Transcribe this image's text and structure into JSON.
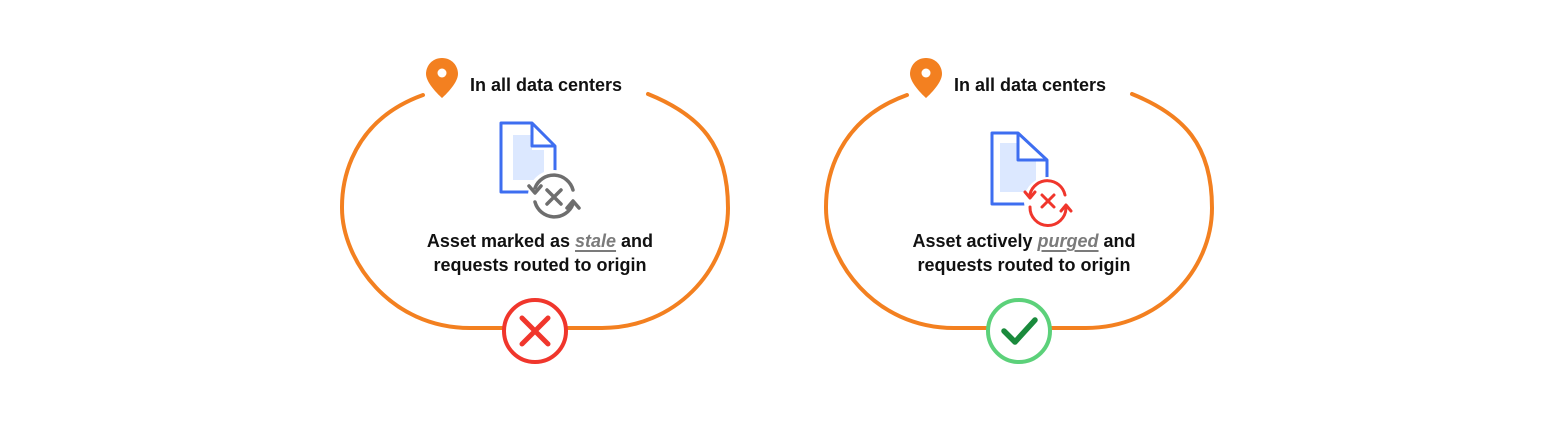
{
  "colors": {
    "frame_orange": "#F38020",
    "doc_blue": "#3E6EF0",
    "doc_fill": "#DCE8FF",
    "stale_gray": "#6E6E6E",
    "purge_red": "#F0362C",
    "fail_red": "#F0362C",
    "success_green": "#5CD17A",
    "check_green": "#1A8A3C"
  },
  "panels": [
    {
      "header": "In all data centers",
      "header_icon": "map-pin-icon",
      "asset_icon": "document-stale-icon",
      "caption_before": "Asset marked as ",
      "caption_emph": "stale",
      "caption_after": " and",
      "caption_line2": "requests routed to origin",
      "status_icon": "x-mark-icon"
    },
    {
      "header": "In all data centers",
      "header_icon": "map-pin-icon",
      "asset_icon": "document-purge-icon",
      "caption_before": "Asset actively ",
      "caption_emph": "purged",
      "caption_after": " and",
      "caption_line2": "requests routed to origin",
      "status_icon": "check-mark-icon"
    }
  ]
}
